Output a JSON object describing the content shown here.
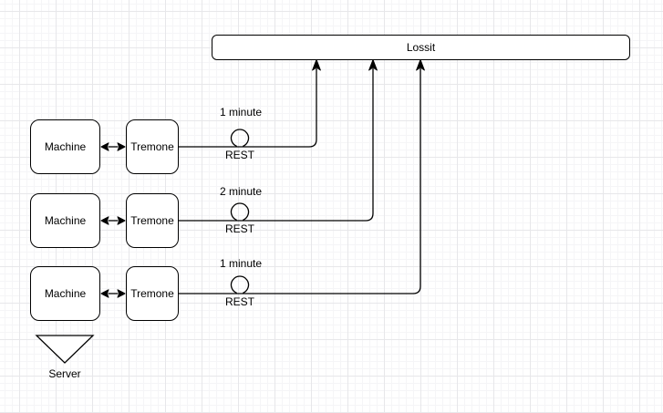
{
  "diagram": {
    "title_box": {
      "label": "Lossit"
    },
    "rows": [
      {
        "machine_label": "Machine",
        "gateway_label": "Tremone",
        "interval_label": "1 minute",
        "protocol_label": "REST"
      },
      {
        "machine_label": "Machine",
        "gateway_label": "Tremone",
        "interval_label": "2 minute",
        "protocol_label": "REST"
      },
      {
        "machine_label": "Machine",
        "gateway_label": "Tremone",
        "interval_label": "1 minute",
        "protocol_label": "REST"
      }
    ],
    "server": {
      "label": "Server"
    },
    "colors": {
      "stroke": "#000000",
      "shape_fill": "#ffffff",
      "grid_minor": "#f5f5f7",
      "grid_major": "#e7e7ea",
      "text": "#000000"
    }
  }
}
